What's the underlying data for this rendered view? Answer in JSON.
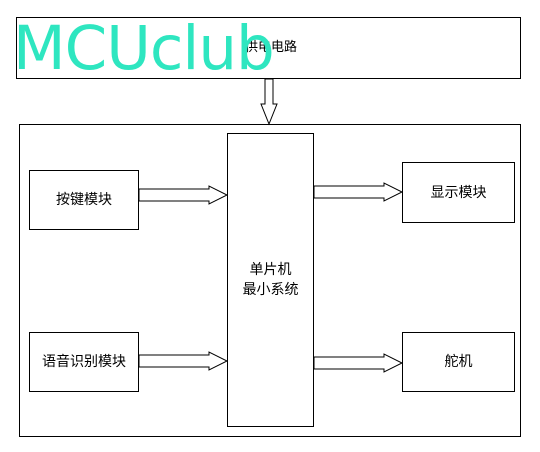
{
  "blocks": {
    "power": "供电电路",
    "keys": "按键模块",
    "voice": "语音识别模块",
    "mcu": "单片机\n最小系统",
    "display": "显示模块",
    "servo": "舵机"
  },
  "watermark": "MCUclub",
  "colors": {
    "line": "#000000",
    "watermark": "#2ee6c0"
  }
}
